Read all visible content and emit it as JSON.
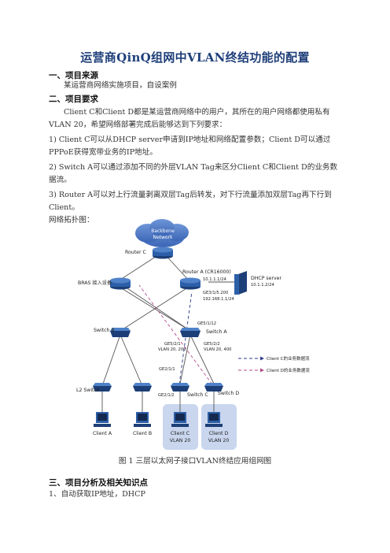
{
  "title": "运营商QinQ组网中VLAN终结功能的配置",
  "section1": {
    "heading": "一、项目来源",
    "text": "某运营商网络实施项目，自设案例"
  },
  "section2": {
    "heading": "二、项目要求",
    "intro": "Client C和Client D都是某运营商网络中的用户，其所在的用户网络都使用私有VLAN 20，希望网络部署完成后能够达到下列要求：",
    "req1": "1) Client C可以从DHCP server申请到IP地址和网络配置参数；Client D可以通过PPPoE获得宽带业务的IP地址。",
    "req2": "2) Switch A可以通过添加不同的外层VLAN Tag来区分Client C和Client D的业务数据流。",
    "req3": "3) Router A可以对上行流量剥离双层Tag后转发，对下行流量添加双层Tag再下行到Client。",
    "topo_label": "网络拓扑图："
  },
  "diagram": {
    "cloud": [
      "Backbone",
      "Network"
    ],
    "router_c": "Router C",
    "router_a": "Router A (CR16000)",
    "bras": "BRAS 接入设备",
    "dhcp": "DHCP server",
    "dhcp_ip": "10.1.1.2/24",
    "ra_ip": "10.1.1.1/24",
    "ra_port": "GE3/1/5.200",
    "ra_port_ip": "192.168.1.1/24",
    "sa_up_port": "GE5/1/12",
    "switch_a": "Switch A",
    "switch_b": "Switch B",
    "sa_port1": "GE5/2/1",
    "sa_port1_vlan": "VLAN 20, 200",
    "sa_port2": "GE5/2/2",
    "sa_port2_vlan": "VLAN 20, 400",
    "sc_up_port": "GE2/1/1",
    "sc_down_port": "GE2/1/2",
    "l2_switch": "L2 Switch",
    "switch_c": "Switch C",
    "switch_d": "Switch D",
    "client_a": "Client A",
    "client_b": "Client B",
    "client_c": "Client C",
    "client_d": "Client D",
    "vlan20": "VLAN 20",
    "legend_c": "Client C的业务数据流",
    "legend_d": "Client D的业务数据流",
    "colors": {
      "c_flow": "#2e3a8c",
      "d_flow": "#b04a8a",
      "device": "#2c5fa8"
    }
  },
  "caption": "图 1 三层以太网子接口VLAN终结应用组网图",
  "section3": {
    "heading": "三、项目分析及相关知识点",
    "item1": "1、自动获取IP地址，DHCP"
  }
}
